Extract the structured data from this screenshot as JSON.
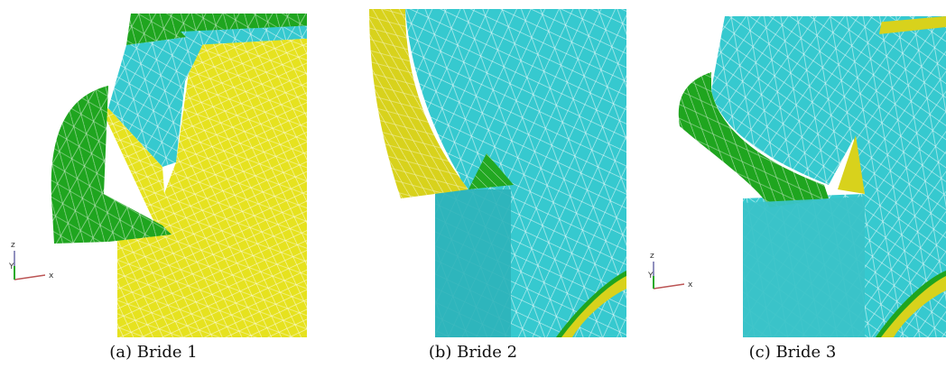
{
  "panels": [
    {
      "caption": "(a)  Bride 1",
      "axes": {
        "z": "z",
        "y": "Y",
        "x": "x"
      }
    },
    {
      "caption": "(b)  Bride 2"
    },
    {
      "caption": "(c)  Bride 3",
      "axes": {
        "z": "z",
        "y": "Y",
        "x": "x"
      }
    }
  ],
  "colors": {
    "yellow": "#e6e21f",
    "cyan": "#36c9cf",
    "green": "#1fa51f",
    "mesh": "#ffffff"
  }
}
